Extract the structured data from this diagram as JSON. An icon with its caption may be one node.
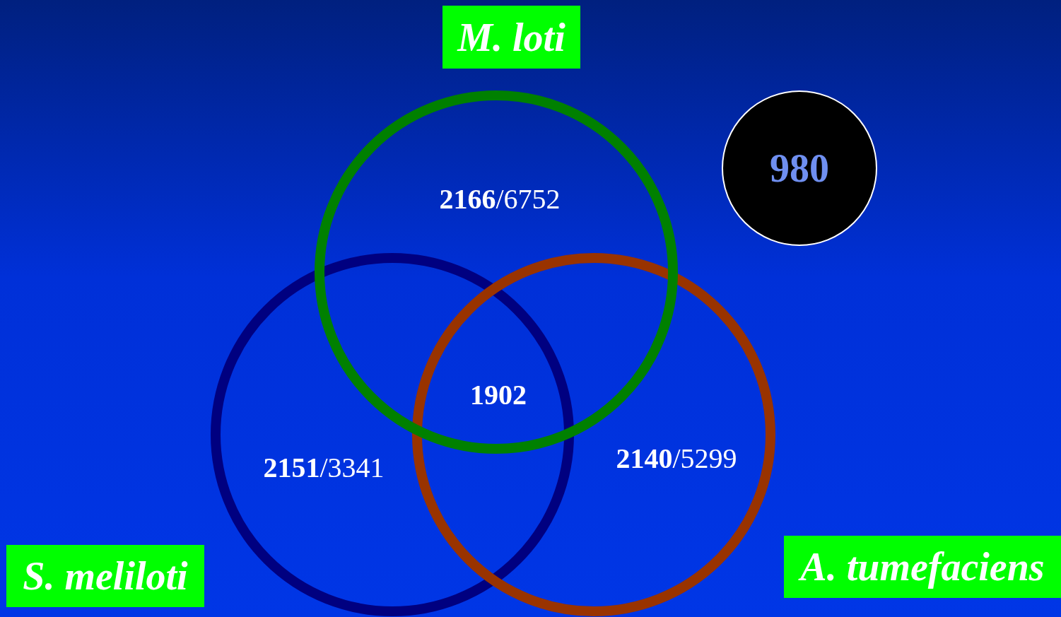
{
  "diagram": {
    "nodes": [
      {
        "text": [
          "M. loti"
        ]
      },
      {
        "text": [],
        "shape": "circle"
      },
      {
        "text": [
          "980"
        ]
      },
      {
        "text": [],
        "shape": "circle"
      },
      {
        "text": [],
        "shape": "circle"
      },
      {
        "text": [
          "S. meliloti"
        ]
      },
      {
        "text": [
          "A. tumefaciens"
        ]
      }
    ],
    "labels": [
      "**2166**/6752",
      "1902",
      "**2151**/3341",
      "**2140**/5299"
    ]
  }
}
